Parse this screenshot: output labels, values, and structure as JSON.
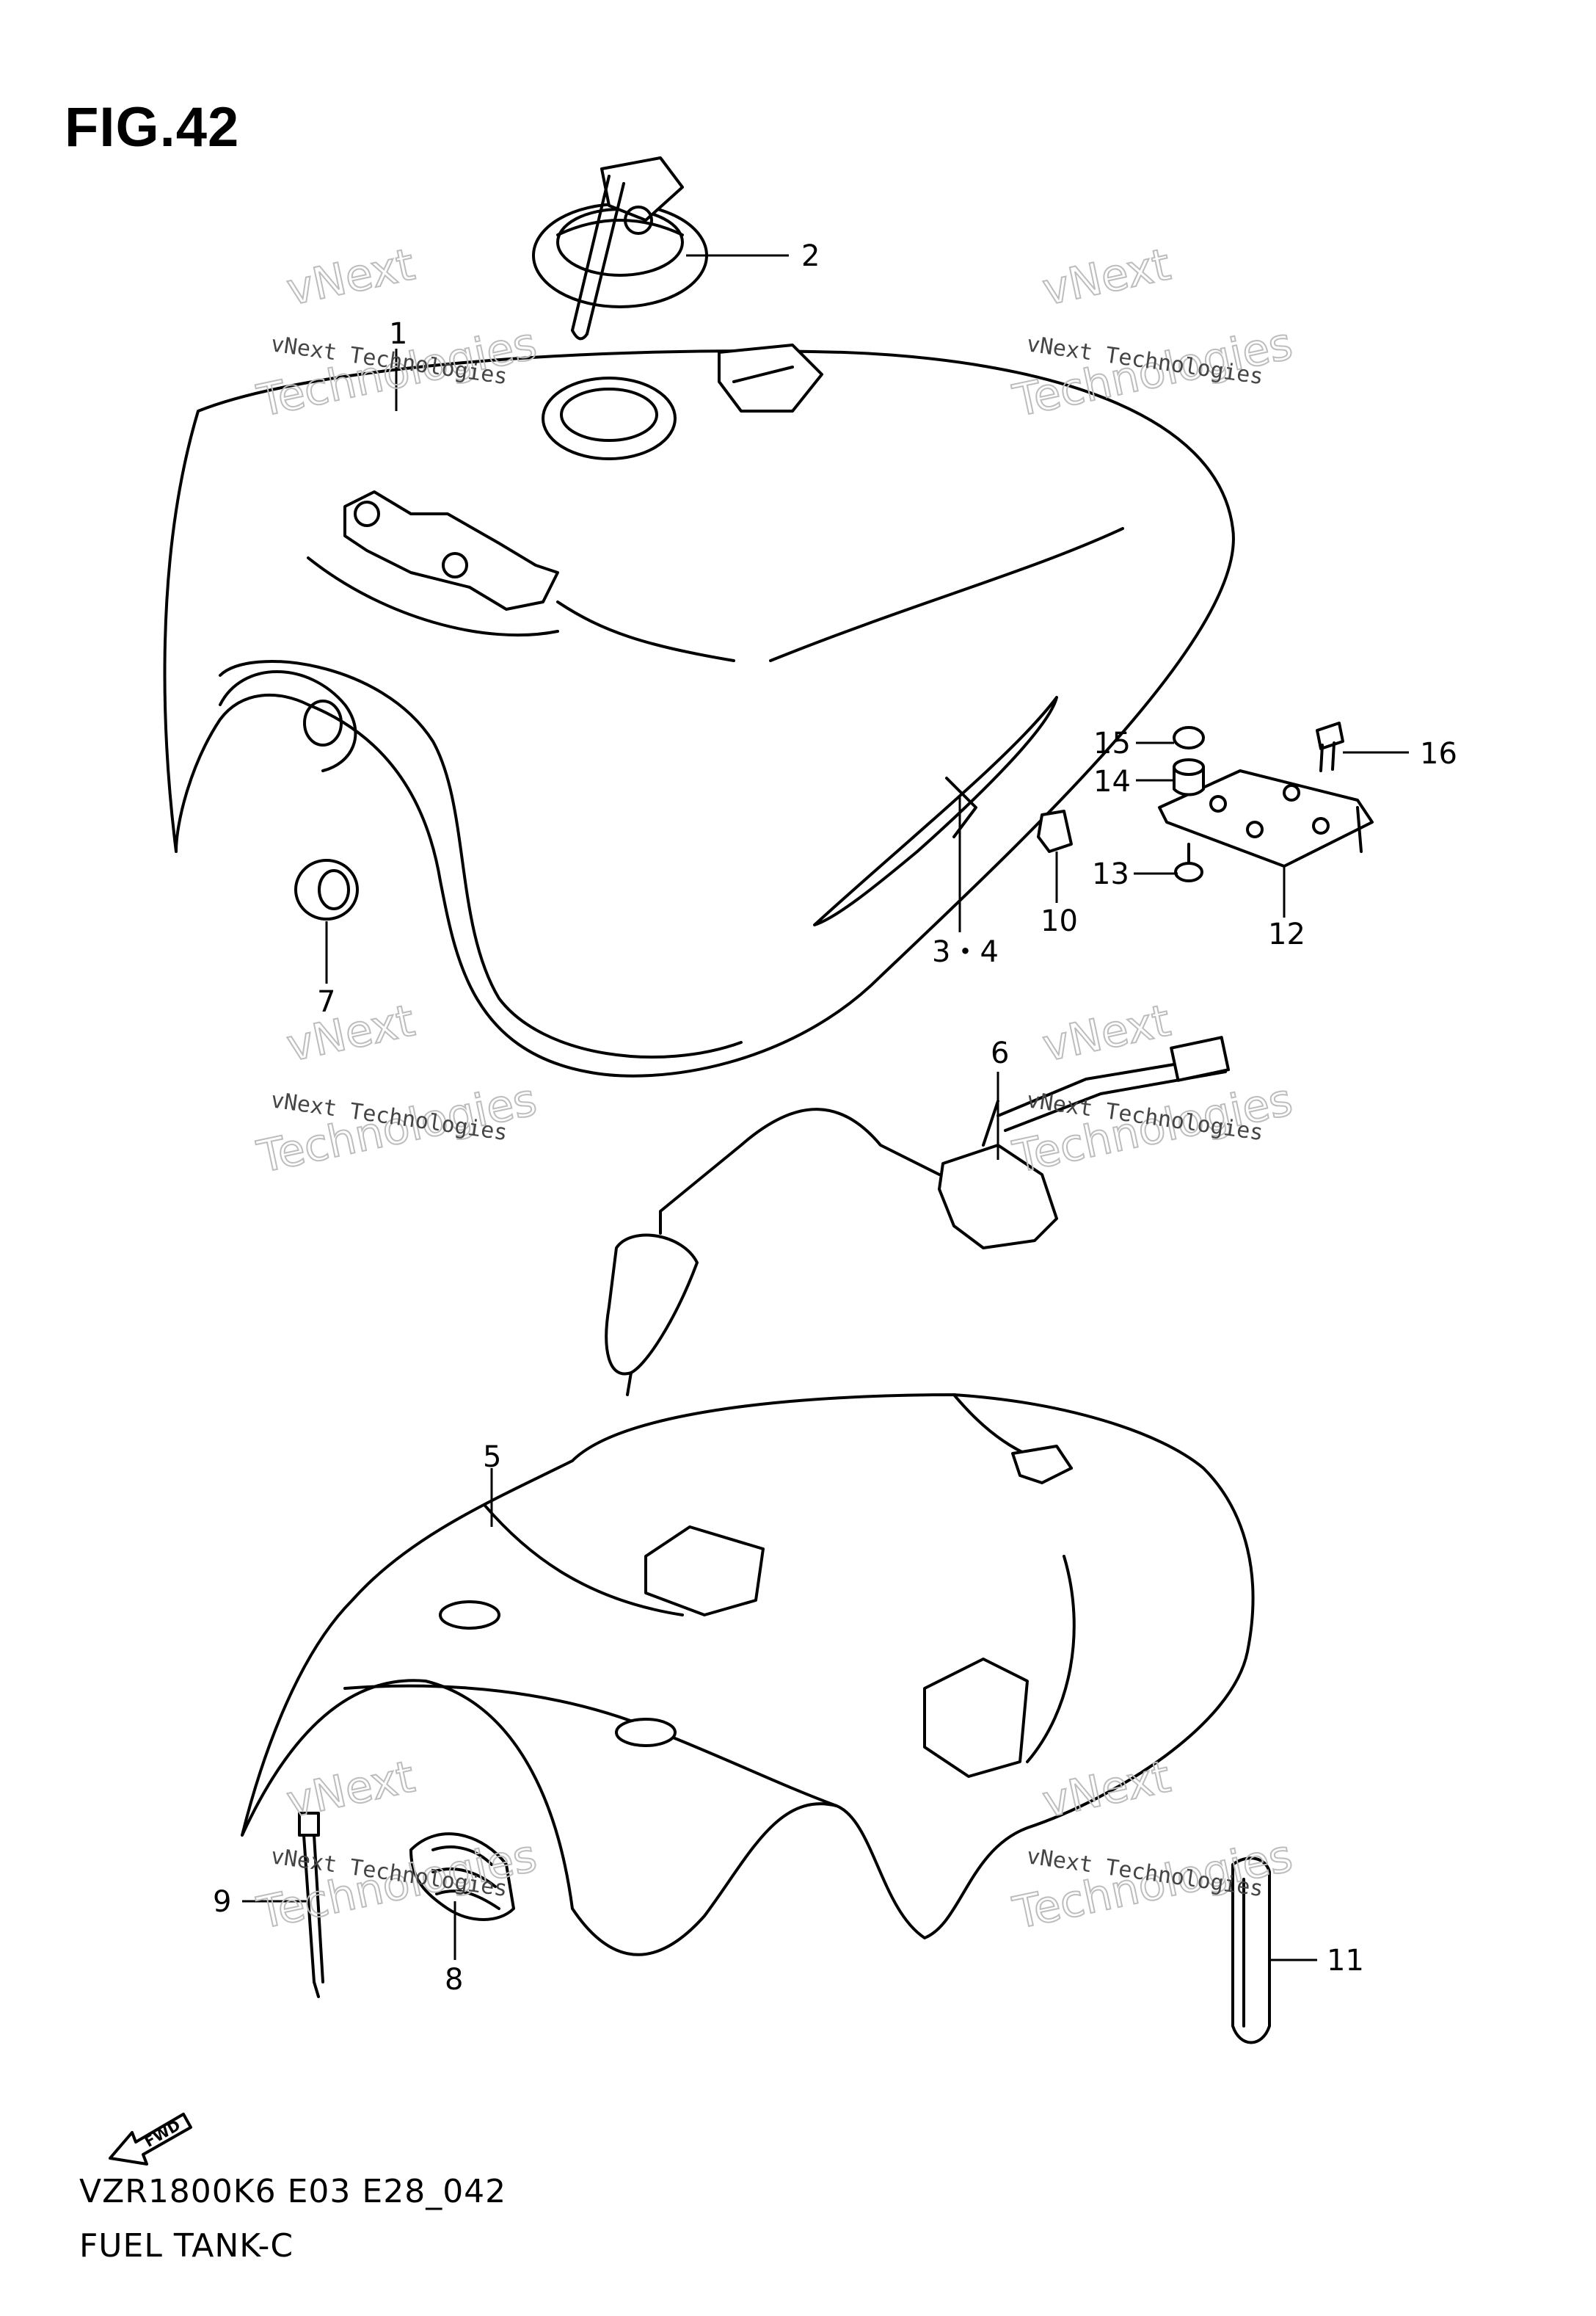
{
  "figure": {
    "title": "FIG.42"
  },
  "footer": {
    "model_code": "VZR1800K6 E03 E28_042",
    "section_name": "FUEL TANK-C"
  },
  "watermark": {
    "line1": "vNext Technologies",
    "line2": "Technologies",
    "line3": "vNext"
  },
  "callouts": {
    "c1": "1",
    "c2": "2",
    "c3_4": "3・4",
    "c5": "5",
    "c6": "6",
    "c7": "7",
    "c8": "8",
    "c9": "9",
    "c10": "10",
    "c11": "11",
    "c12": "12",
    "c13": "13",
    "c14": "14",
    "c15": "15",
    "c16": "16"
  },
  "fwd_label": "FWD"
}
